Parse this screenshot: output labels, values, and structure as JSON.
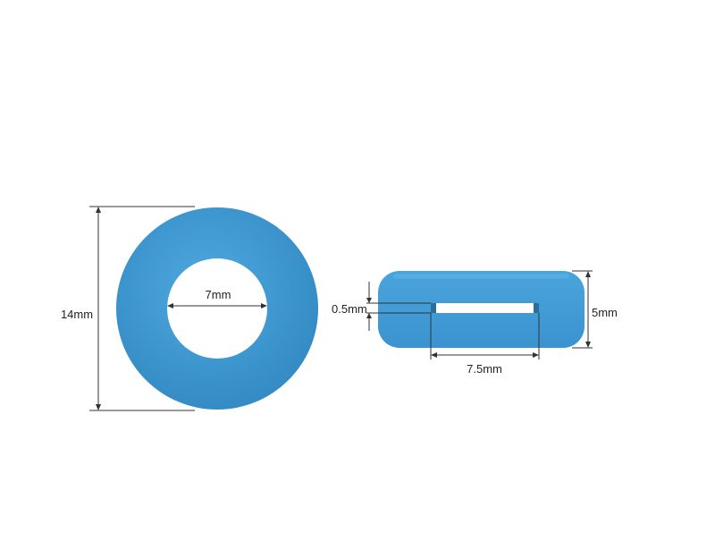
{
  "colors": {
    "ring": "#3d9bd6",
    "ring_shade": "#3389c2",
    "line": "#333333",
    "background": "#ffffff"
  },
  "labels": {
    "outer_diameter": "14mm",
    "inner_diameter": "7mm",
    "height": "5mm",
    "slot_width": "0.5mm",
    "slot_length": "7.5mm"
  }
}
